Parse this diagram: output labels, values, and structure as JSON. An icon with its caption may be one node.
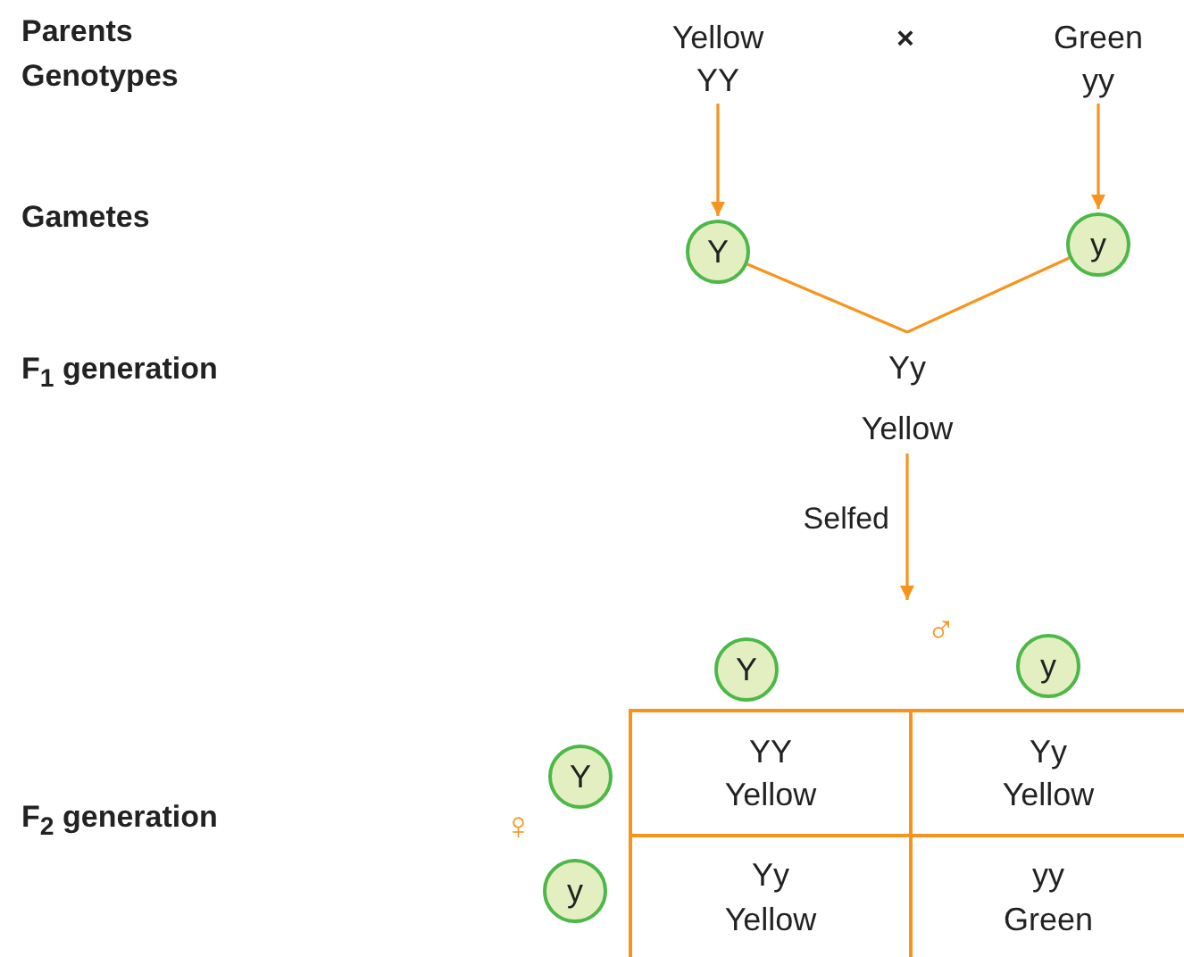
{
  "diagram": {
    "nodes": [
      {
        "text": [
          "Yellow",
          "YY"
        ]
      },
      {
        "text": [
          "Green",
          "yy"
        ]
      },
      {
        "text": [
          "Y"
        ]
      },
      {
        "text": [
          "y"
        ]
      },
      {
        "text": [
          "Yy",
          "Yellow"
        ]
      },
      {
        "text": [
          "♂"
        ]
      },
      {
        "text": [
          "Y"
        ]
      },
      {
        "text": [
          "y"
        ]
      },
      {
        "text": [
          "Y"
        ]
      },
      {
        "text": [
          "y"
        ]
      },
      {
        "text": [
          "YY",
          "Yellow"
        ]
      },
      {
        "text": [
          "Yy",
          "Yellow"
        ]
      },
      {
        "text": [
          "Yy",
          "Yellow"
        ]
      },
      {
        "text": [
          "yy",
          "Green"
        ]
      }
    ],
    "edges": [
      {
        "from": 0,
        "to": 2,
        "arrow": "to"
      },
      {
        "from": 1,
        "to": 3,
        "arrow": "to"
      },
      {
        "from": 2,
        "to": 4,
        "arrow": "none"
      },
      {
        "from": 3,
        "to": 4,
        "arrow": "none"
      },
      {
        "from": 4,
        "to": 5,
        "arrow": "to",
        "label": "Selfed"
      }
    ],
    "labels": [
      "Parents",
      "×",
      "Genotypes",
      "Gametes",
      "F$_{1}$ generation",
      "♀",
      "F$_{2}$ generation"
    ]
  }
}
